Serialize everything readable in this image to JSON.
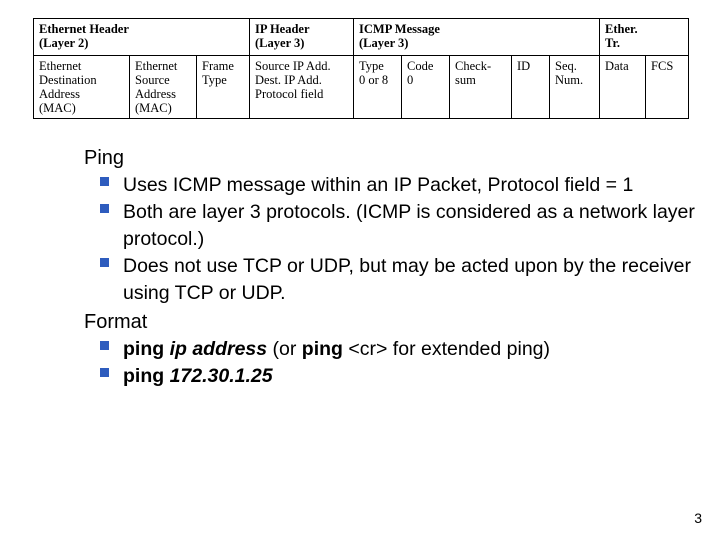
{
  "diagram": {
    "name": "packet-structure-table",
    "header_row": [
      {
        "id": "ethernet-header",
        "lines": [
          "Ethernet Header",
          "(Layer 2)"
        ],
        "span": 3
      },
      {
        "id": "ip-header",
        "lines": [
          "IP Header",
          "(Layer 3)"
        ],
        "span": 1
      },
      {
        "id": "icmp-message",
        "lines": [
          "ICMP Message",
          "(Layer 3)"
        ],
        "span": 5
      },
      {
        "id": "ethernet-trailer",
        "lines": [
          "Ether.",
          "Tr."
        ],
        "span": 1
      }
    ],
    "sub_row": [
      {
        "id": "ethernet-destination-address",
        "lines": [
          "Ethernet",
          "Destination",
          "Address",
          "(MAC)"
        ]
      },
      {
        "id": "ethernet-source-address",
        "lines": [
          "Ethernet",
          "Source",
          "Address",
          "(MAC)"
        ]
      },
      {
        "id": "frame-type",
        "lines": [
          "Frame",
          "Type"
        ]
      },
      {
        "id": "source-dest-ip-protocol",
        "lines": [
          "Source IP Add.",
          "Dest. IP Add.",
          "Protocol field"
        ]
      },
      {
        "id": "type",
        "lines": [
          "Type",
          "0 or 8"
        ]
      },
      {
        "id": "code",
        "lines": [
          "Code",
          "0"
        ]
      },
      {
        "id": "checksum",
        "lines": [
          "Check-",
          "sum"
        ]
      },
      {
        "id": "identifier",
        "lines": [
          "ID"
        ]
      },
      {
        "id": "sequence-number",
        "lines": [
          "Seq.",
          "Num."
        ]
      },
      {
        "id": "data",
        "lines": [
          "Data"
        ]
      },
      {
        "id": "fcs",
        "lines": [
          "FCS"
        ]
      }
    ]
  },
  "content": {
    "ping_heading": "Ping",
    "ping_bullets": [
      "Uses ICMP message within an IP Packet, Protocol field = 1",
      "Both are layer 3 protocols.  (ICMP is considered as a network layer protocol.)",
      "Does not use TCP or UDP, but may be acted upon by the receiver using TCP or UDP."
    ],
    "format_heading": "Format",
    "format_items": [
      {
        "parts": [
          {
            "text": "ping ",
            "style": "bold"
          },
          {
            "text": "ip address",
            "style": "bold-italic"
          },
          {
            "text": " (or ",
            "style": "normal"
          },
          {
            "text": "ping ",
            "style": "bold"
          },
          {
            "text": "<cr> for extended ping)",
            "style": "normal"
          }
        ]
      },
      {
        "parts": [
          {
            "text": "ping ",
            "style": "bold"
          },
          {
            "text": "172.30.1.25",
            "style": "bold-italic"
          }
        ]
      }
    ]
  },
  "footer": {
    "page_number": "3"
  },
  "colors": {
    "bullet_marker": "#2e5cbe",
    "text": "#000000",
    "background": "#ffffff"
  }
}
